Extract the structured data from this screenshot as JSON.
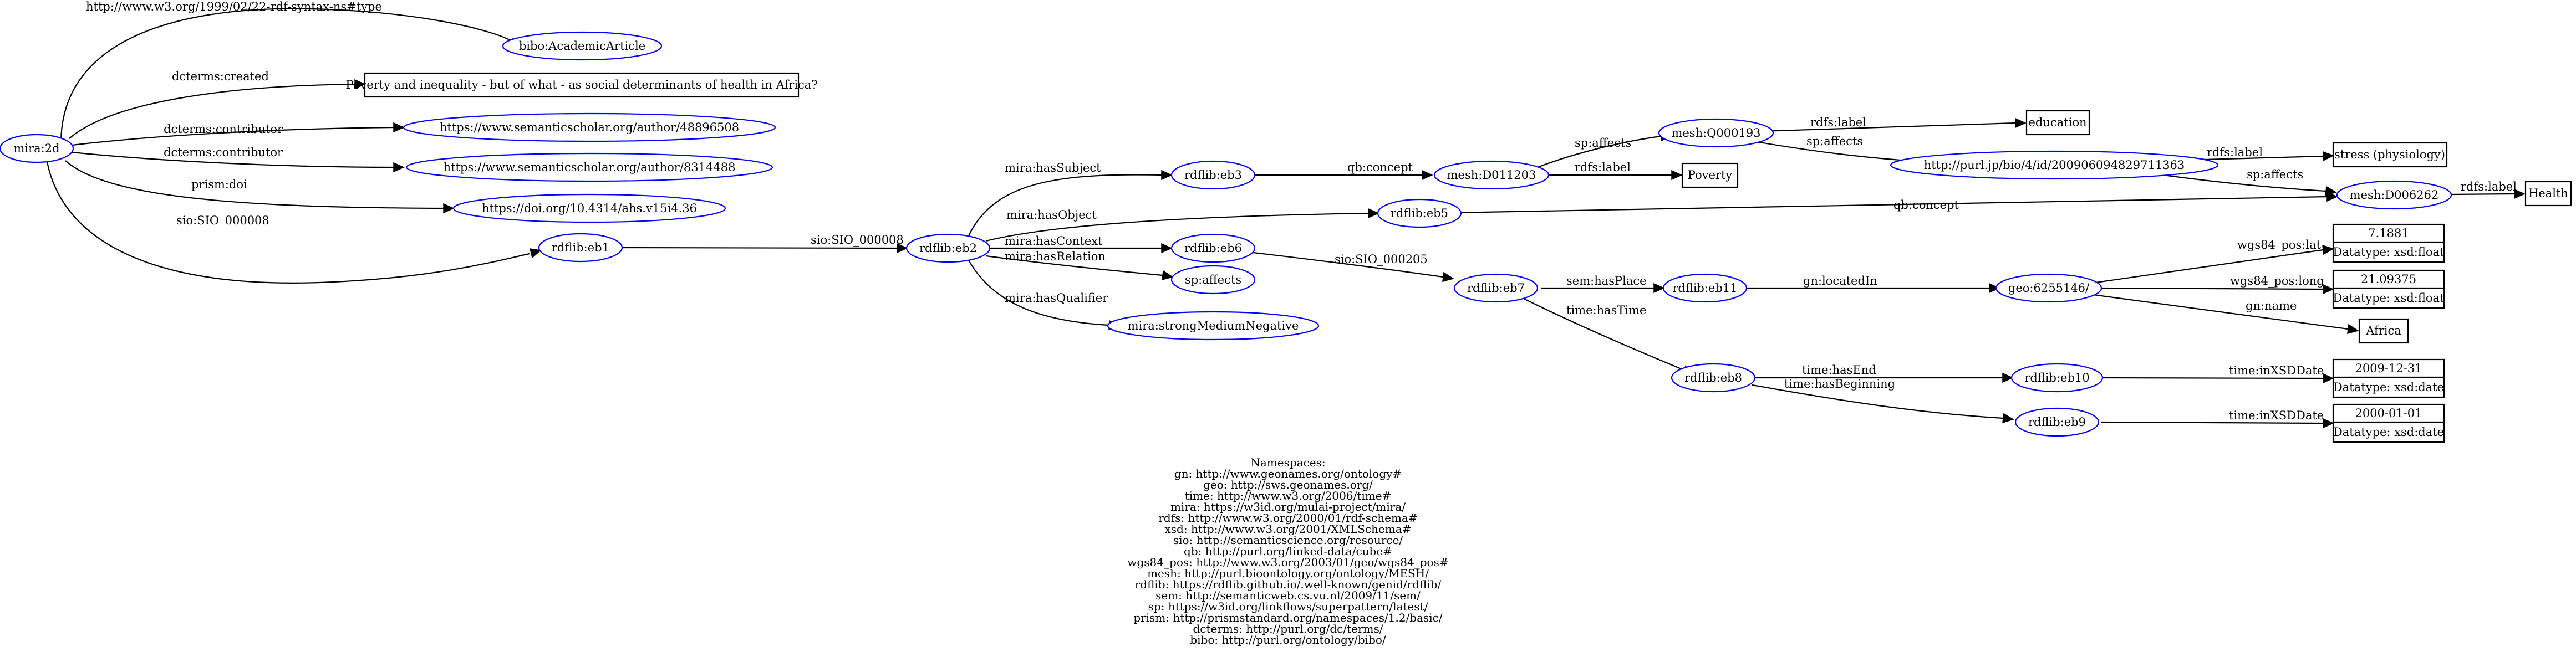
{
  "nodes": {
    "mira_2d": "mira:2d",
    "bibo_article": "bibo:AcademicArticle",
    "title": "Poverty and inequality - but of what - as social determinants of health in Africa?",
    "author1": "https://www.semanticscholar.org/author/48896508",
    "author2": "https://www.semanticscholar.org/author/8314488",
    "doi": "https://doi.org/10.4314/ahs.v15i4.36",
    "eb1": "rdflib:eb1",
    "eb2": "rdflib:eb2",
    "eb3": "rdflib:eb3",
    "eb5": "rdflib:eb5",
    "eb6": "rdflib:eb6",
    "sp_affects": "sp:affects",
    "strong_neg": "mira:strongMediumNegative",
    "d011203": "mesh:D011203",
    "poverty": "Poverty",
    "q000193": "mesh:Q000193",
    "education": "education",
    "purl": "http://purl.jp/bio/4/id/200906094829711363",
    "stress": "stress (physiology)",
    "d006262": "mesh:D006262",
    "health": "Health",
    "eb7": "rdflib:eb7",
    "eb11": "rdflib:eb11",
    "geo": "geo:6255146/",
    "lat_value": "7.1881",
    "lat_type": "Datatype: xsd:float",
    "long_value": "21.09375",
    "long_type": "Datatype: xsd:float",
    "africa": "Africa",
    "eb8": "rdflib:eb8",
    "eb10": "rdflib:eb10",
    "eb9": "rdflib:eb9",
    "end_value": "2009-12-31",
    "end_type": "Datatype: xsd:date",
    "begin_value": "2000-01-01",
    "begin_type": "Datatype: xsd:date"
  },
  "edges": {
    "rdf_type": "http://www.w3.org/1999/02/22-rdf-syntax-ns#type",
    "dcterms_created": "dcterms:created",
    "dcterms_contributor_1": "dcterms:contributor",
    "dcterms_contributor_2": "dcterms:contributor",
    "prism_doi": "prism:doi",
    "sio_eb1": "sio:SIO_000008",
    "sio_eb2": "sio:SIO_000008",
    "has_subject": "mira:hasSubject",
    "has_object": "mira:hasObject",
    "has_context": "mira:hasContext",
    "has_relation": "mira:hasRelation",
    "has_qualifier": "mira:hasQualifier",
    "qb_concept_1": "qb:concept",
    "qb_concept_2": "qb:concept",
    "sp_affects_1": "sp:affects",
    "sp_affects_2": "sp:affects",
    "sp_affects_3": "sp:affects",
    "rdfs_label_poverty": "rdfs:label",
    "rdfs_label_education": "rdfs:label",
    "rdfs_label_stress": "rdfs:label",
    "rdfs_label_health": "rdfs:label",
    "sio_000205": "sio:SIO_000205",
    "sem_has_place": "sem:hasPlace",
    "gn_located_in": "gn:locatedIn",
    "wgs84_lat": "wgs84_pos:lat",
    "wgs84_long": "wgs84_pos:long",
    "gn_name": "gn:name",
    "time_has_time": "time:hasTime",
    "time_has_end": "time:hasEnd",
    "time_has_beginning": "time:hasBeginning",
    "time_in_xsd_1": "time:inXSDDate",
    "time_in_xsd_2": "time:inXSDDate"
  },
  "namespaces": [
    "Namespaces:",
    "gn: http://www.geonames.org/ontology#",
    "geo: http://sws.geonames.org/",
    "time: http://www.w3.org/2006/time#",
    "mira: https://w3id.org/mulai-project/mira/",
    "rdfs: http://www.w3.org/2000/01/rdf-schema#",
    "xsd: http://www.w3.org/2001/XMLSchema#",
    "sio: http://semanticscience.org/resource/",
    "qb: http://purl.org/linked-data/cube#",
    "wgs84_pos: http://www.w3.org/2003/01/geo/wgs84_pos#",
    "mesh: http://purl.bioontology.org/ontology/MESH/",
    "rdflib: https://rdflib.github.io/.well-known/genid/rdflib/",
    "sem: http://semanticweb.cs.vu.nl/2009/11/sem/",
    "sp: https://w3id.org/linkflows/superpattern/latest/",
    "prism: http://prismstandard.org/namespaces/1.2/basic/",
    "dcterms: http://purl.org/dc/terms/",
    "bibo: http://purl.org/ontology/bibo/"
  ],
  "colors": {
    "uri_node_stroke": "#0000ff",
    "literal_node_stroke": "#000000",
    "edge": "#000000",
    "background": "#ffffff"
  }
}
